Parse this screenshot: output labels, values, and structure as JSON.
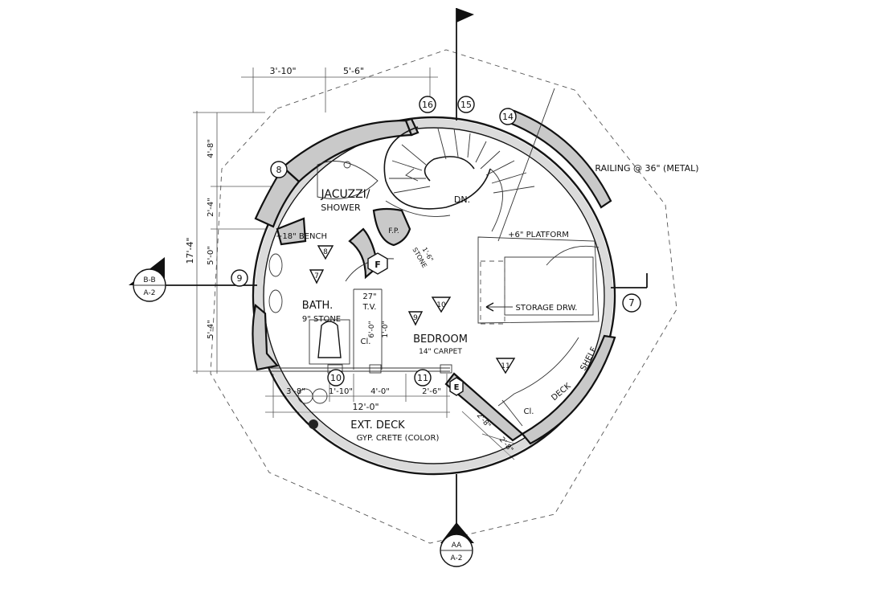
{
  "rooms": {
    "jacuzzi_line1": "JACUZZI/",
    "jacuzzi_line2": "SHOWER",
    "bath_line1": "BATH.",
    "bath_line2": "9\" STONE",
    "bedroom_line1": "BEDROOM",
    "bedroom_line2": "14\" CARPET",
    "ext_deck_line1": "EXT. DECK",
    "ext_deck_line2": "GYP. CRETE (COLOR)",
    "tv_line1": "27\"",
    "tv_line2": "T.V.",
    "closet": "Cl.",
    "closet2": "Cl.",
    "fireplace": "F.P.",
    "stone": "STONE",
    "down": "DN.",
    "deck": "DECK",
    "shelf": "SHELF",
    "storage": "STORAGE DRW.",
    "platform": "+6\" PLATFORM",
    "railing": "RAILING @ 36\" (METAL)",
    "bench": "+18\" BENCH"
  },
  "tags": {
    "f": "F",
    "e": "E"
  },
  "room_numbers": [
    "7",
    "8",
    "9",
    "10",
    "11"
  ],
  "grid_markers": [
    "8",
    "9",
    "10",
    "11",
    "14",
    "15",
    "16",
    "7"
  ],
  "dimensions": {
    "top_a": "3'-10\"",
    "top_b": "5'-6\"",
    "left_a": "4'-8\"",
    "left_b": "2'-4\"",
    "left_c": "5'-0\"",
    "left_total": "17'-4\"",
    "left_d": "5'-4\"",
    "bottom_a": "3'-8\"",
    "bottom_b": "1'-10\"",
    "bottom_c": "4'-0\"",
    "bottom_d": "2'-6\"",
    "bottom_total": "12'-0\"",
    "diag_a": "2'-8\"",
    "diag_b": "2'-8\"",
    "stone_dim": "1'-6\"",
    "tv_dim": "1'-0\"",
    "tv_dim2": "6'-0\""
  },
  "section_marks": {
    "bb_top": "B-B",
    "bb_bottom": "A-2",
    "aa_top": "AA",
    "aa_bottom": "A-2"
  }
}
